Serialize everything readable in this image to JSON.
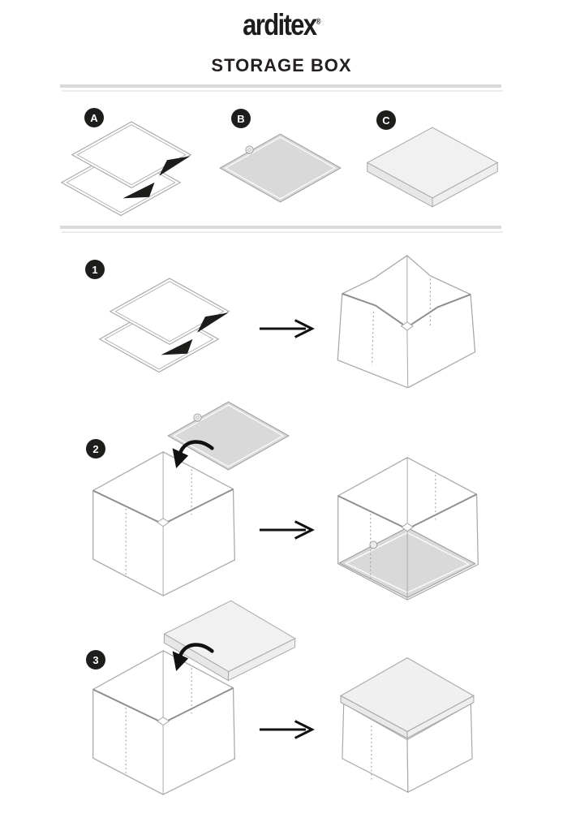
{
  "header": {
    "logo_text": "arditex",
    "registered_mark": "®",
    "title": "STORAGE BOX"
  },
  "parts": [
    {
      "label": "A",
      "icon": "folded-flat-panels-icon"
    },
    {
      "label": "B",
      "icon": "gray-base-panel-icon"
    },
    {
      "label": "C",
      "icon": "lid-panel-icon"
    }
  ],
  "steps": [
    {
      "number": "1",
      "left_icon": "folded-flat-panels-icon",
      "arrow_icon": "right-arrow-icon",
      "right_icon": "unfolding-open-box-icon"
    },
    {
      "number": "2",
      "top_icon": "gray-base-panel-icon",
      "insert_icon": "curved-down-arrow-icon",
      "left_icon": "open-box-icon",
      "arrow_icon": "right-arrow-icon",
      "right_icon": "open-box-with-gray-base-icon"
    },
    {
      "number": "3",
      "top_icon": "lid-panel-icon",
      "insert_icon": "curved-down-arrow-icon",
      "left_icon": "open-box-icon",
      "arrow_icon": "right-arrow-icon",
      "right_icon": "closed-box-with-lid-icon"
    }
  ],
  "colors": {
    "ink_black": "#1d1d1b",
    "line_gray": "#a8a8a8",
    "panel_gray": "#d9d9d9",
    "lid_gray": "#f0f0f0",
    "divider_gray": "#dadada"
  }
}
